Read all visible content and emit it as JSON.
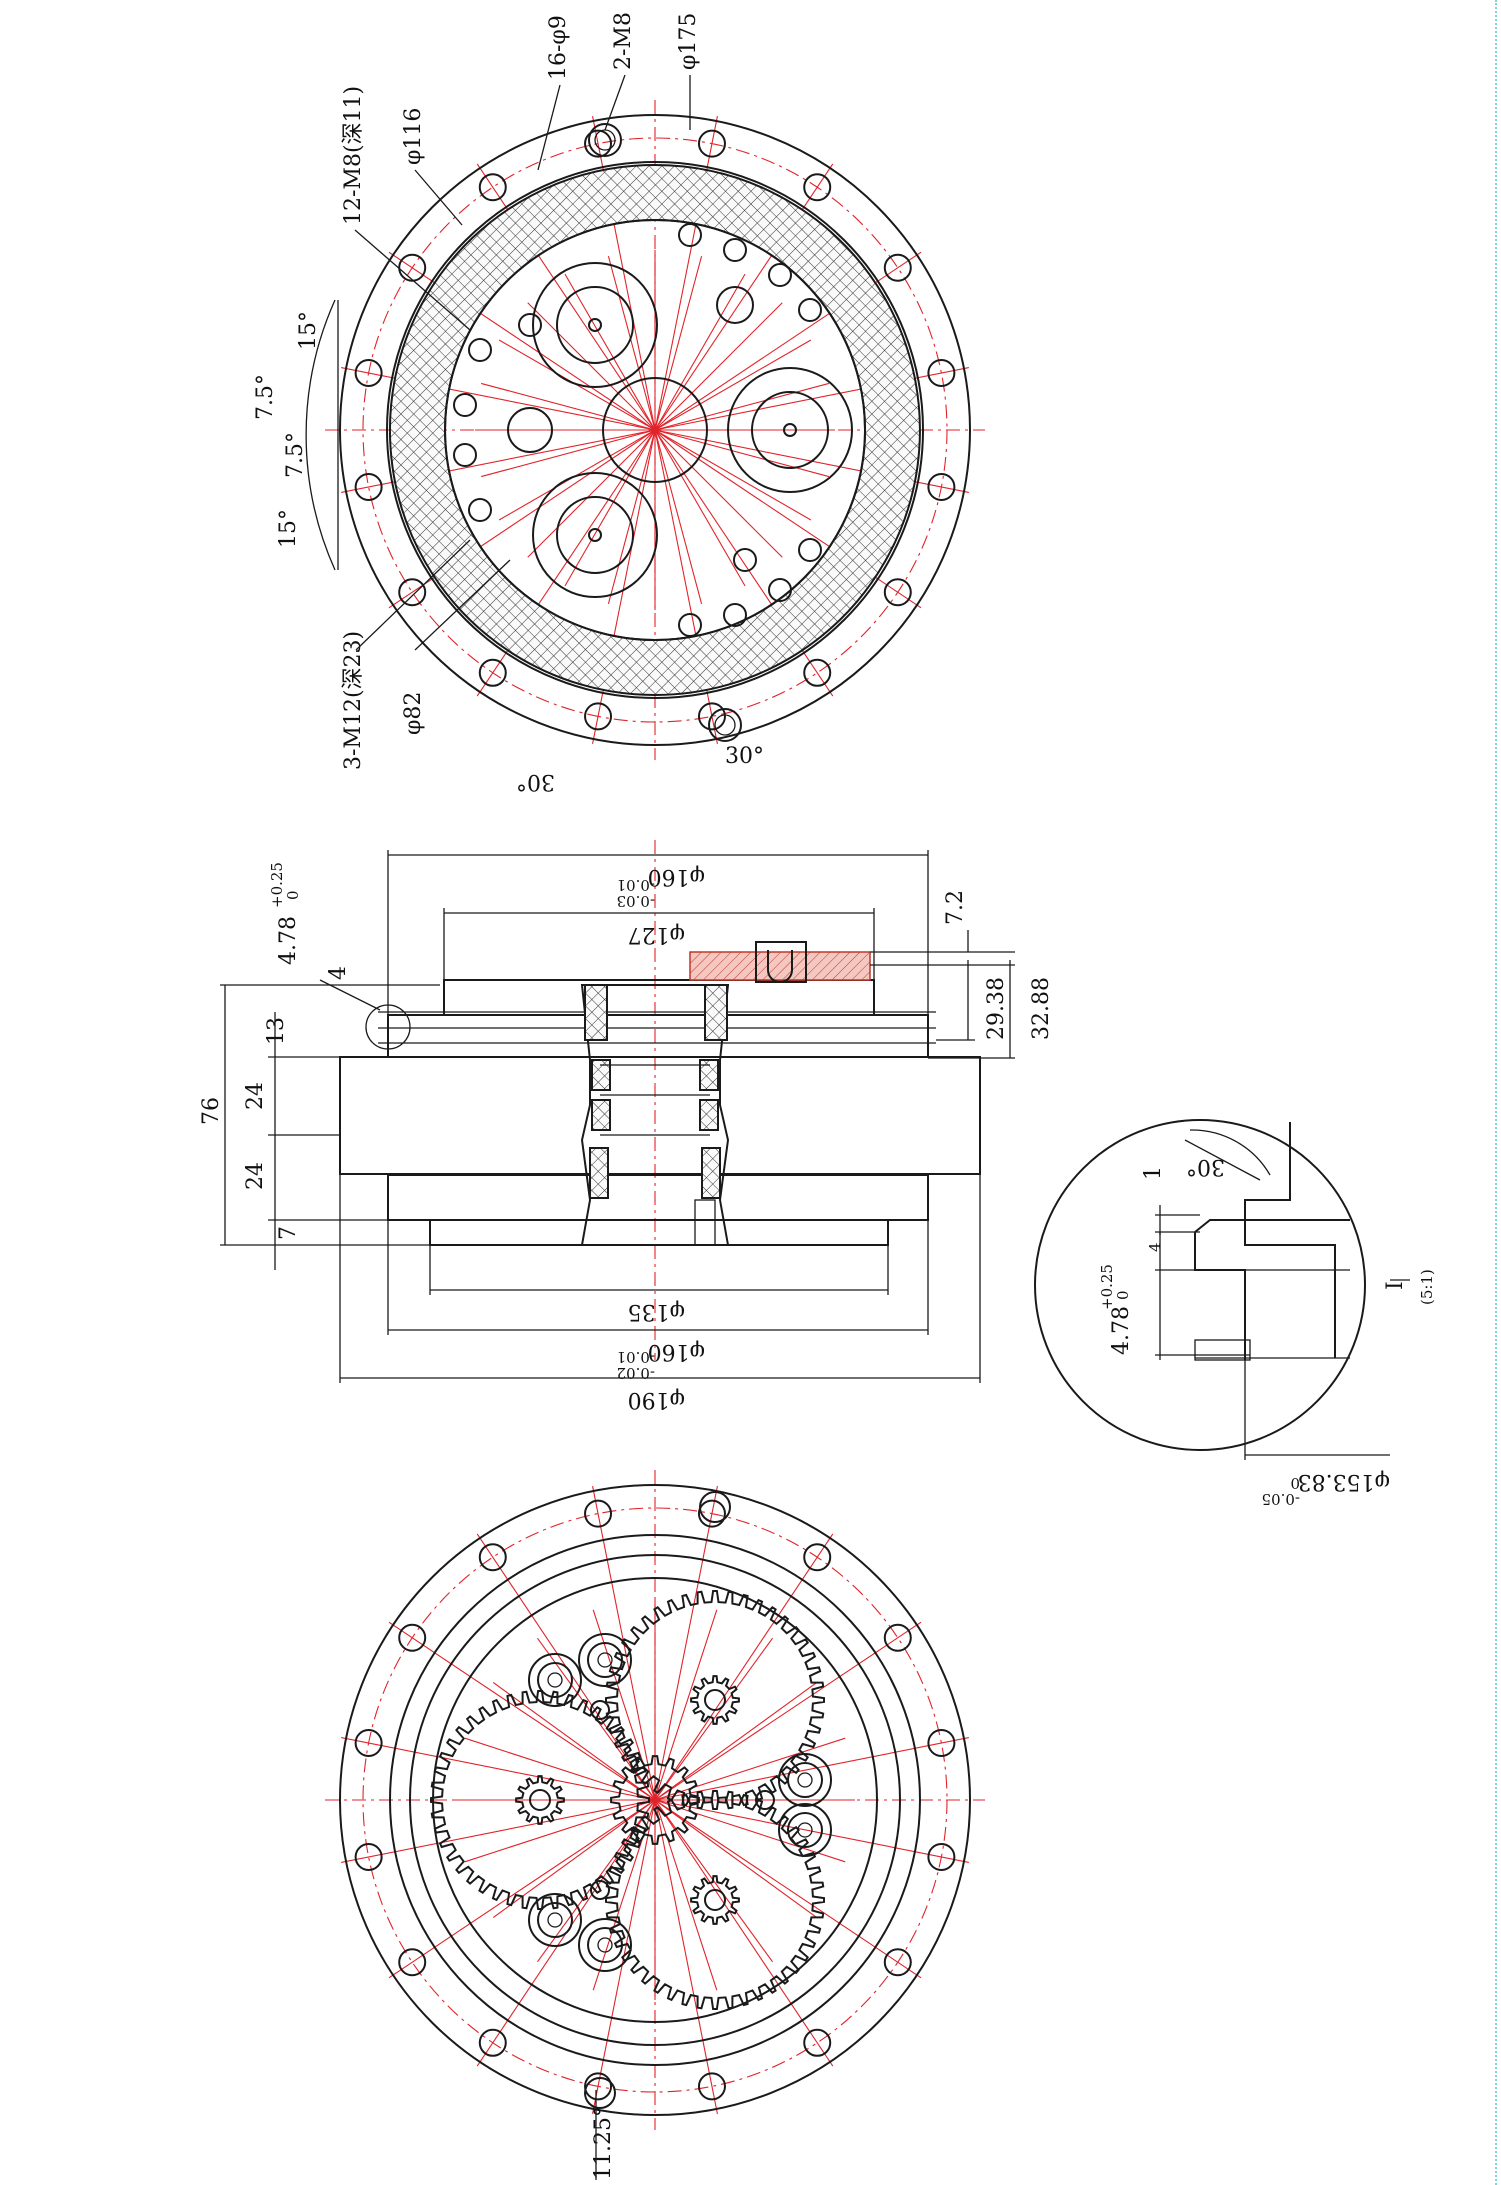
{
  "top_view": {
    "label_16_phi9": "16-φ9",
    "label_2_m8": "2-M8",
    "label_phi175": "φ175",
    "label_phi116": "φ116",
    "label_12_m8": "12-M8(深11)",
    "label_15_upper": "15°",
    "label_7_5_upper": "7.5°",
    "label_7_5_lower": "7.5°",
    "label_15_lower": "15°",
    "label_3_m12": "3-M12(深23)",
    "label_phi82": "φ82",
    "label_30_left": "30°",
    "label_30_right": "30°"
  },
  "section_view": {
    "label_phi160_top": "φ160",
    "tol_phi160_top_upper": "-0.01",
    "tol_phi160_top_lower": "-0.03",
    "label_phi127": "φ127",
    "label_7_2": "7.2",
    "label_29_38": "29.38",
    "label_32_88": "32.88",
    "label_4_78": "4.78",
    "tol_4_78_upper": "+0.25",
    "tol_4_78_lower": "0",
    "label_4": "4",
    "label_13": "13",
    "label_76": "76",
    "label_24_upper": "24",
    "label_24_lower": "24",
    "label_7": "7",
    "label_phi135": "φ135",
    "label_phi160_bottom": "φ160",
    "tol_phi160_bottom_upper": "-0.01",
    "tol_phi160_bottom_lower": "-0.02",
    "label_phi190": "φ190"
  },
  "detail_view": {
    "label_30": "30°",
    "label_1": "1",
    "label_4": "4",
    "label_4_78": "4.78",
    "tol_upper": "+0.25",
    "tol_lower": "0",
    "label_phi153": "φ153.83",
    "tol_phi153_upper": "0",
    "tol_phi153_lower": "-0.05",
    "label_i": "I",
    "label_scale": "(5:1)"
  },
  "bottom_view": {
    "label_11_25": "11.25°"
  },
  "colors": {
    "outline": "#1a1a1a",
    "centerline": "#e0242b",
    "hatch": "#1a1a1a"
  }
}
